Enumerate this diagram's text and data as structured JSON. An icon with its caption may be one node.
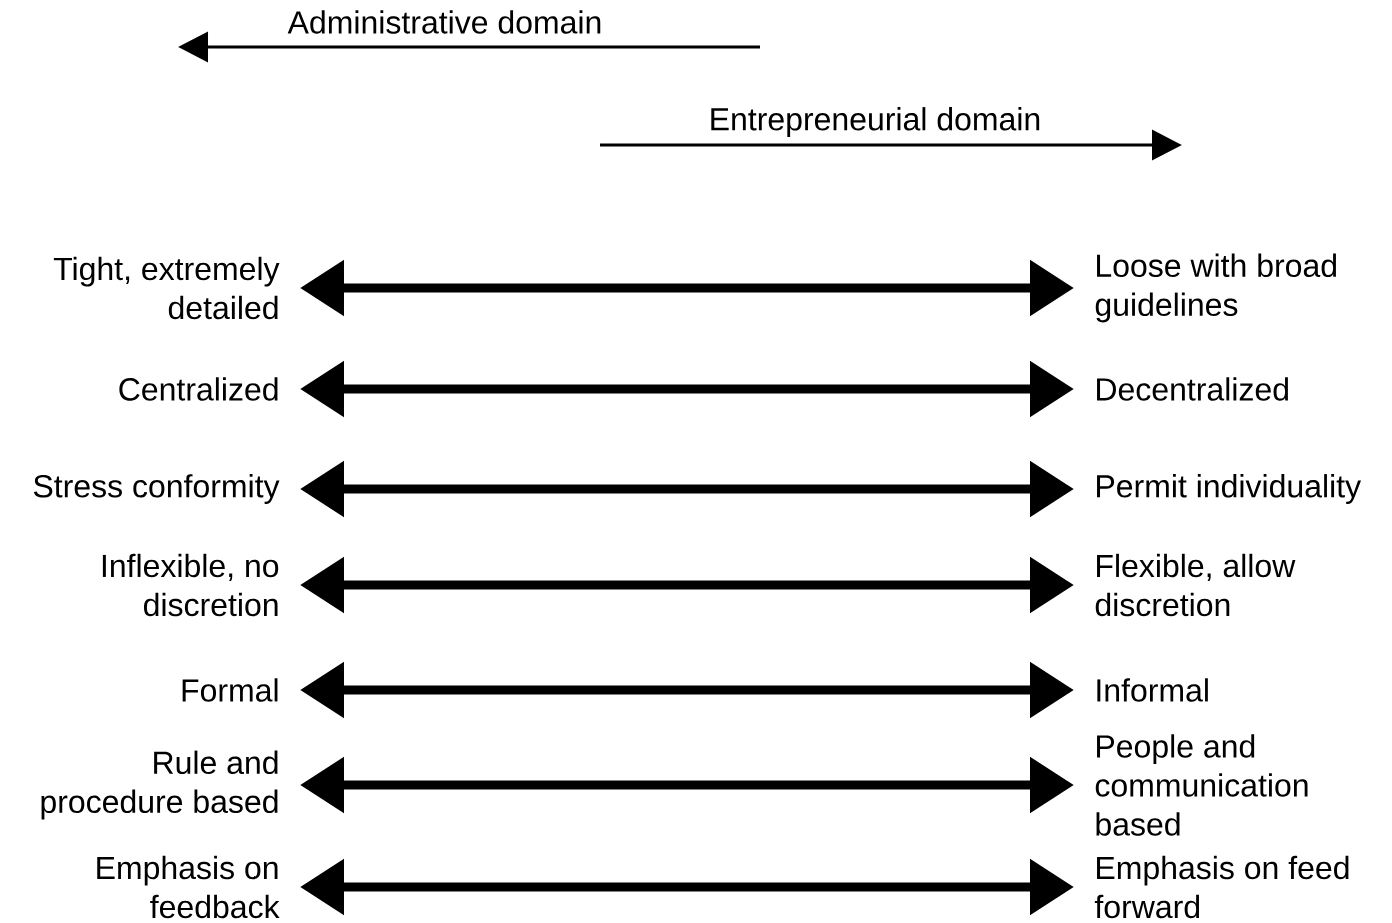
{
  "diagram": {
    "nodes": [
      {
        "text": [
          "Tight, extremely detailed"
        ]
      },
      {
        "text": [
          "Loose with broad guidelines"
        ]
      },
      {
        "text": [
          "Centralized"
        ]
      },
      {
        "text": [
          "Decentralized"
        ]
      },
      {
        "text": [
          "Stress conformity"
        ]
      },
      {
        "text": [
          "Permit individuality"
        ]
      },
      {
        "text": [
          "Inflexible, no discretion"
        ]
      },
      {
        "text": [
          "Flexible, allow discretion"
        ]
      },
      {
        "text": [
          "Formal"
        ]
      },
      {
        "text": [
          "Informal"
        ]
      },
      {
        "text": [
          "Rule and procedure based"
        ]
      },
      {
        "text": [
          "People and communication based"
        ]
      },
      {
        "text": [
          "Emphasis on feedback"
        ]
      },
      {
        "text": [
          "Emphasis on feed forward"
        ]
      }
    ],
    "edges": [
      {
        "from": 0,
        "to": 1,
        "arrow": "both"
      },
      {
        "from": 2,
        "to": 3,
        "arrow": "both"
      },
      {
        "from": 4,
        "to": 5,
        "arrow": "both"
      },
      {
        "from": 6,
        "to": 7,
        "arrow": "both"
      },
      {
        "from": 8,
        "to": 9,
        "arrow": "both"
      },
      {
        "from": 10,
        "to": 11,
        "arrow": "both"
      },
      {
        "from": 12,
        "to": 13,
        "arrow": "both"
      }
    ],
    "labels": [
      "Administrative domain",
      "Entrepreneurial domain"
    ]
  }
}
